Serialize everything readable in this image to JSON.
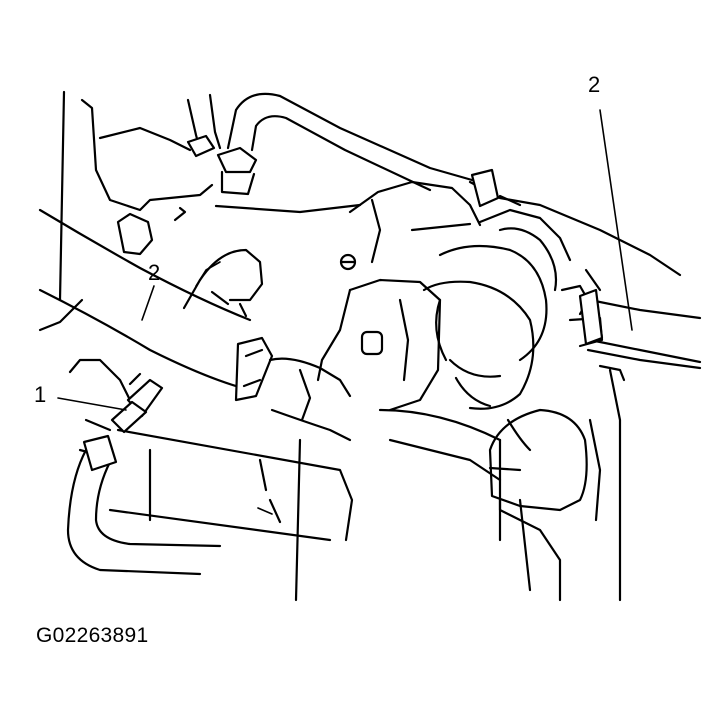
{
  "callouts": [
    {
      "id": "callout-1",
      "label": "1"
    },
    {
      "id": "callout-2a",
      "label": "2"
    },
    {
      "id": "callout-2b",
      "label": "2"
    }
  ],
  "figure_id": "G02263891",
  "colors": {
    "ink": "#000000",
    "paper": "#ffffff"
  }
}
